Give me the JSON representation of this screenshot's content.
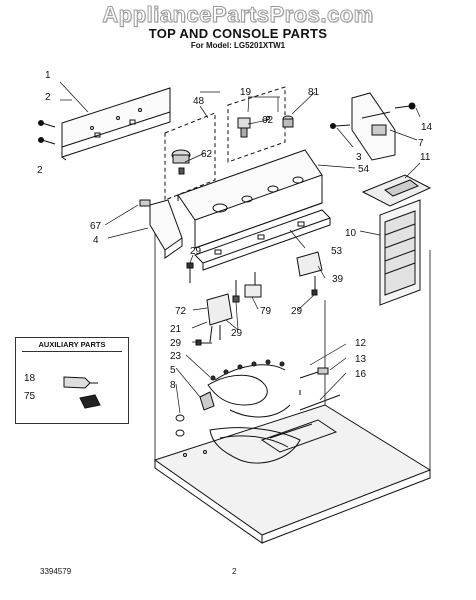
{
  "watermark": "AppliancePartsPros.com",
  "title": "TOP AND CONSOLE PARTS",
  "subtitle": "For Model: LG5201XTW1",
  "auxiliary": {
    "title": "AUXILIARY PARTS",
    "labels": [
      "18",
      "75"
    ]
  },
  "callouts": [
    "1",
    "2",
    "2",
    "48",
    "19",
    "81",
    "62",
    "62",
    "14",
    "7",
    "3",
    "11",
    "54",
    "67",
    "4",
    "29",
    "53",
    "10",
    "39",
    "72",
    "79",
    "29",
    "21",
    "29",
    "29",
    "23",
    "12",
    "13",
    "16",
    "5",
    "8"
  ],
  "footer": {
    "doc_number": "3394579",
    "page_number": "2"
  }
}
